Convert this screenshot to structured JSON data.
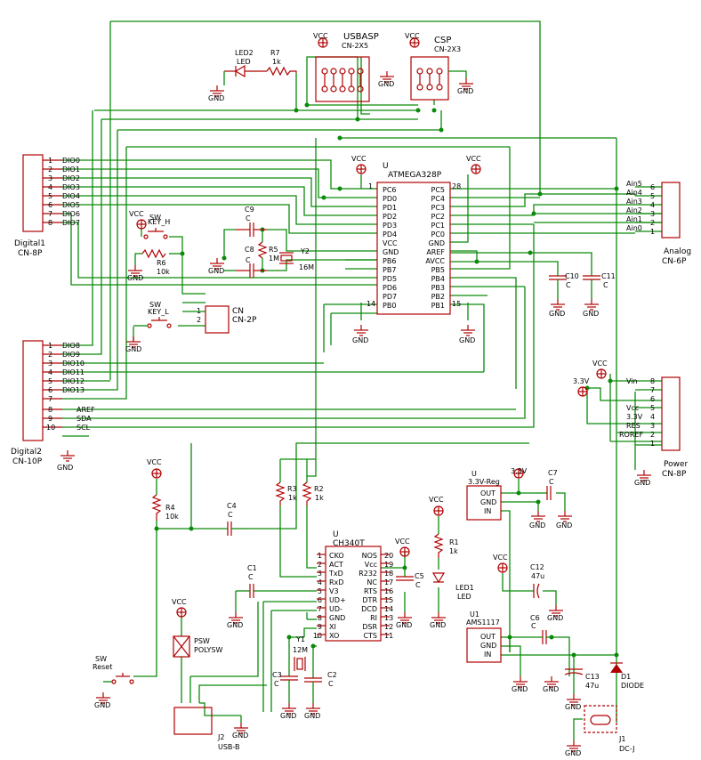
{
  "title": "",
  "common": {
    "gnd": "GND",
    "vcc": "VCC",
    "v33": "3.3V",
    "cap": "C"
  },
  "connectors": {
    "digital1": {
      "name": "Digital1",
      "type": "CN-8P",
      "pins": [
        "1",
        "2",
        "3",
        "4",
        "5",
        "6",
        "7",
        "8"
      ],
      "nets": [
        "DIO0",
        "DIO1",
        "DIO2",
        "DIO3",
        "DIO4",
        "DIO5",
        "DIO6",
        "DIO7"
      ]
    },
    "digital2": {
      "name": "Digital2",
      "type": "CN-10P",
      "pins": [
        "1",
        "2",
        "3",
        "4",
        "5",
        "6",
        "7",
        "8",
        "9",
        "10"
      ],
      "nets": [
        "DIO8",
        "DIO9",
        "DIO10",
        "DIO11",
        "DIO12",
        "DIO13",
        "",
        "AREF",
        "SDA",
        "SCL"
      ]
    },
    "analog": {
      "name": "Analog",
      "type": "CN-6P",
      "pins": [
        "6",
        "5",
        "4",
        "3",
        "2",
        "1"
      ],
      "nets": [
        "Ain5",
        "Ain4",
        "Ain3",
        "Ain2",
        "Ain1",
        "Ain0"
      ]
    },
    "power": {
      "name": "Power",
      "type": "CN-8P",
      "pins": [
        "8",
        "7",
        "6",
        "5",
        "4",
        "3",
        "2",
        "1"
      ],
      "nets": [
        "Vin",
        "",
        "",
        "Vcc",
        "3.3V",
        "RES",
        "ROREF",
        ""
      ]
    },
    "usbasp": {
      "name": "USBASP",
      "type": "CN-2X5"
    },
    "csp": {
      "name": "CSP",
      "type": "CN-2X3"
    },
    "cn2p": {
      "name": "CN",
      "type": "CN-2P",
      "pins": [
        "1",
        "2"
      ]
    },
    "usbb": {
      "name": "J2",
      "type": "USB-B"
    },
    "dcj": {
      "name": "J1",
      "type": "DC-J"
    }
  },
  "mcu": {
    "ref": "U",
    "name": "ATMEGA328P",
    "left_pins": [
      "PC6",
      "PD0",
      "PD1",
      "PD2",
      "PD3",
      "PD4",
      "VCC",
      "GND",
      "PB6",
      "PB7",
      "PD5",
      "PD6",
      "PD7",
      "PB0"
    ],
    "right_pins": [
      "PC5",
      "PC4",
      "PC3",
      "PC2",
      "PC1",
      "PC0",
      "GND",
      "AREF",
      "AVCC",
      "PB5",
      "PB4",
      "PB3",
      "PB2",
      "PB1"
    ],
    "pin1": "1",
    "pin14": "14",
    "pin28": "28",
    "pin15": "15"
  },
  "ch340": {
    "ref": "U",
    "name": "CH340T",
    "left_pins": [
      "CKO",
      "ACT",
      "TxD",
      "RxD",
      "V3",
      "UD+",
      "UD-",
      "GND",
      "XI",
      "XO"
    ],
    "right_pins": [
      "NOS",
      "Vcc",
      "R232",
      "NC",
      "RTS",
      "DTR",
      "DCD",
      "RI",
      "DSR",
      "CTS"
    ],
    "left_nums": [
      "1",
      "2",
      "3",
      "4",
      "5",
      "6",
      "7",
      "8",
      "9",
      "10"
    ],
    "right_nums": [
      "20",
      "19",
      "18",
      "17",
      "16",
      "15",
      "14",
      "13",
      "12",
      "11"
    ]
  },
  "reg33": {
    "ref": "U",
    "name": "3.3V-Reg",
    "pins": [
      "OUT",
      "GND",
      "IN"
    ]
  },
  "ams": {
    "ref": "U1",
    "name": "AMS1117",
    "pins": [
      "OUT",
      "GND",
      "IN"
    ]
  },
  "components": {
    "led2": {
      "ref": "LED2",
      "val": "LED"
    },
    "r7": {
      "ref": "R7",
      "val": "1k"
    },
    "sw_keyh": {
      "ref": "SW",
      "val": "KEY_H"
    },
    "r6": {
      "ref": "R6",
      "val": "10k"
    },
    "sw_keyl": {
      "ref": "SW",
      "val": "KEY_L"
    },
    "c9": {
      "ref": "C9",
      "val": "C"
    },
    "c8": {
      "ref": "C8",
      "val": "C"
    },
    "r5": {
      "ref": "R5",
      "val": "1M"
    },
    "y2": {
      "ref": "Y2",
      "val": "16M"
    },
    "c10": {
      "ref": "C10",
      "val": "C"
    },
    "c11": {
      "ref": "C11",
      "val": "C"
    },
    "r4": {
      "ref": "R4",
      "val": "10k"
    },
    "c4": {
      "ref": "C4",
      "val": "C"
    },
    "r3": {
      "ref": "R3",
      "val": "1k"
    },
    "r2": {
      "ref": "R2",
      "val": "1k"
    },
    "c1": {
      "ref": "C1",
      "val": "C"
    },
    "c5": {
      "ref": "C5",
      "val": "C"
    },
    "r1": {
      "ref": "R1",
      "val": "1k"
    },
    "led1": {
      "ref": "LED1",
      "val": "LED"
    },
    "y1": {
      "ref": "Y1",
      "val": "12M"
    },
    "c3": {
      "ref": "C3",
      "val": "C"
    },
    "c2": {
      "ref": "C2",
      "val": "C"
    },
    "c7": {
      "ref": "C7",
      "val": "C"
    },
    "c12": {
      "ref": "C12",
      "val": "47u"
    },
    "c6": {
      "ref": "C6",
      "val": "C"
    },
    "c13": {
      "ref": "C13",
      "val": "47u"
    },
    "d1": {
      "ref": "D1",
      "val": "DIODE"
    },
    "psw": {
      "ref": "PSW",
      "val": "POLYSW"
    },
    "sw_reset": {
      "ref": "SW",
      "val": "Reset"
    }
  }
}
